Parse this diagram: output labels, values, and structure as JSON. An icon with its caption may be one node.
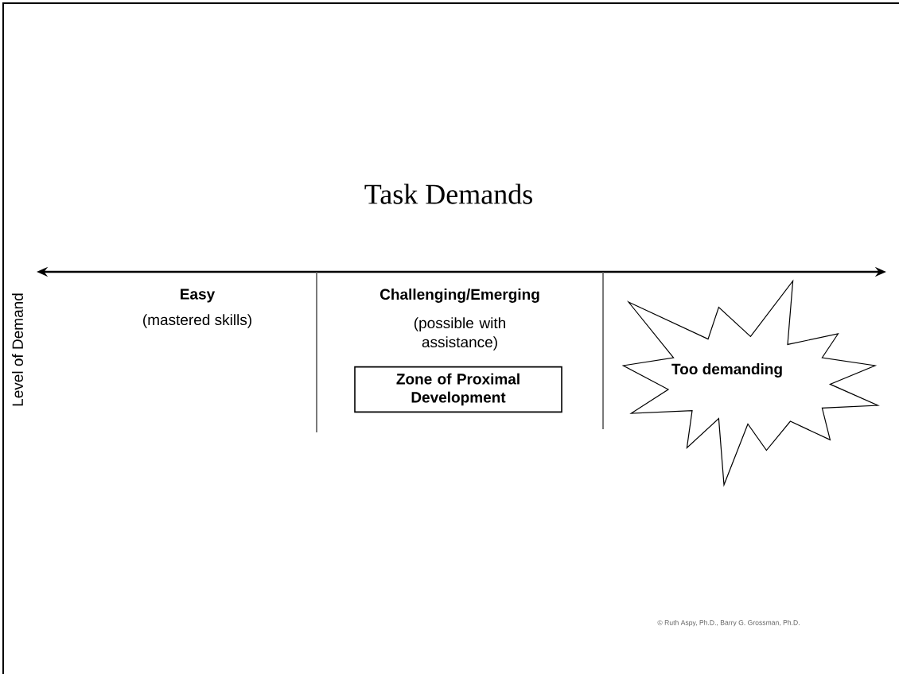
{
  "diagram": {
    "title": "Task Demands",
    "nodes": [
      {
        "text": [
          "Zone of Proximal Development"
        ]
      },
      {
        "text": [
          "Too demanding"
        ]
      }
    ],
    "labels": [
      "Level of Demand",
      "Easy",
      "(mastered skills)",
      "Challenging/Emerging",
      "(possible with assistance)",
      "© Ruth Aspy, Ph.D., Barry G. Grossman, Ph.D."
    ]
  }
}
